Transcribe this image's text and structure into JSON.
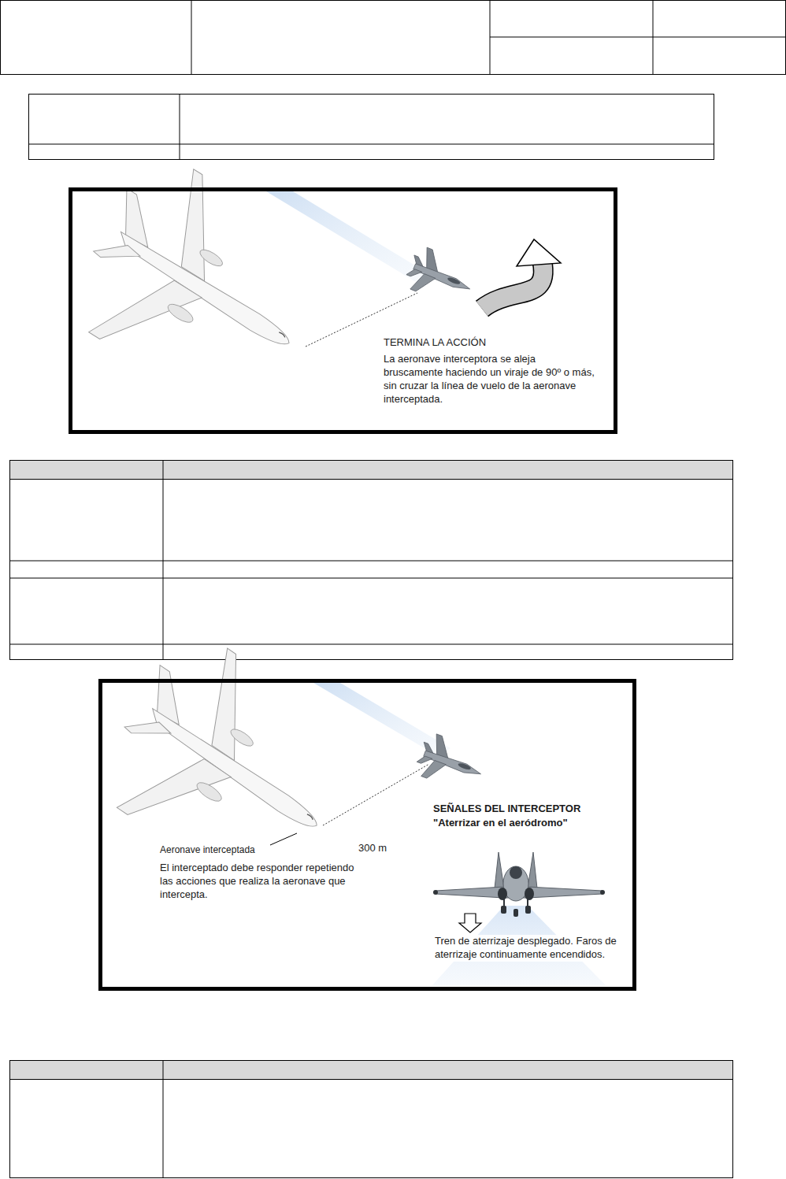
{
  "diagram": {
    "nodes": [
      {
        "text": [
          "TERMINA LA ACCIÓN",
          "La aeronave interceptora se aleja bruscamente haciendo un viraje de 90º o más, sin cruzar la línea de vuelo de la aeronave interceptada."
        ]
      },
      {
        "text": [
          "300 m",
          "SEÑALES DEL INTERCEPTOR",
          "\"Aterrizar en el aeródromo\"",
          "Aeronave interceptada",
          "El interceptado debe responder repetiendo las acciones que realiza la aeronave que intercepta.",
          "Tren de aterrizaje desplegado. Faros de aterrizaje continuamente encendidos."
        ]
      }
    ]
  }
}
